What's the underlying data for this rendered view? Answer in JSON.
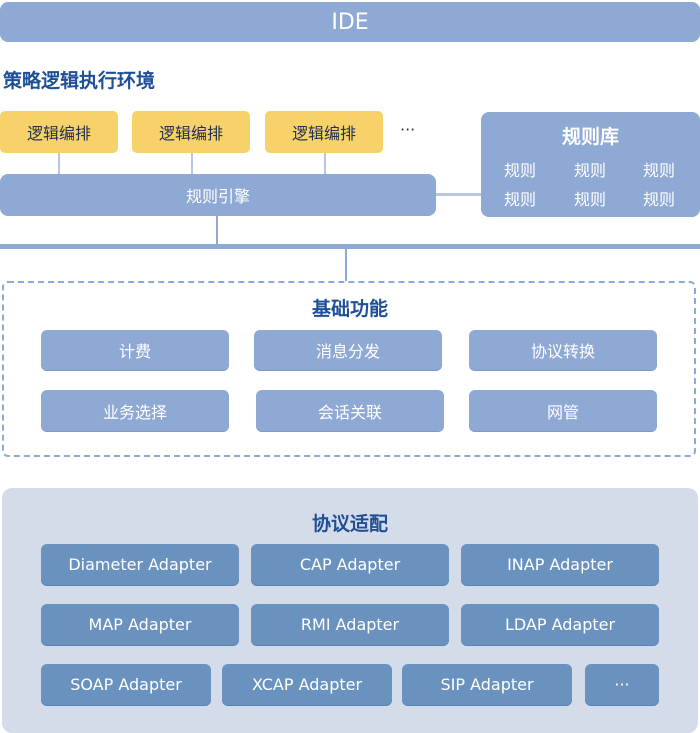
{
  "ide": {
    "label": "IDE"
  },
  "strategy": {
    "title": "策略逻辑执行环境",
    "logic_boxes": [
      "逻辑编排",
      "逻辑编排",
      "逻辑编排"
    ],
    "more": "···",
    "engine": "规则引擎"
  },
  "rule_library": {
    "title": "规则库",
    "rules": [
      "规则",
      "规则",
      "规则",
      "规则",
      "规则",
      "规则"
    ]
  },
  "basic_functions": {
    "title": "基础功能",
    "items": [
      "计费",
      "消息分发",
      "协议转换",
      "业务选择",
      "会话关联",
      "网管"
    ]
  },
  "protocol_adapters": {
    "title": "协议适配",
    "items": [
      "Diameter Adapter",
      "CAP Adapter",
      "INAP Adapter",
      "MAP Adapter",
      "RMI Adapter",
      "LDAP Adapter",
      "SOAP Adapter",
      "XCAP Adapter",
      "SIP Adapter",
      "···"
    ]
  },
  "colors": {
    "box_blue": "#8fa9d5",
    "logic_yellow": "#f7d26a",
    "title_blue": "#1f4f96",
    "adapter_blue": "#6a92bf",
    "adapter_panel": "#d5dce9"
  }
}
